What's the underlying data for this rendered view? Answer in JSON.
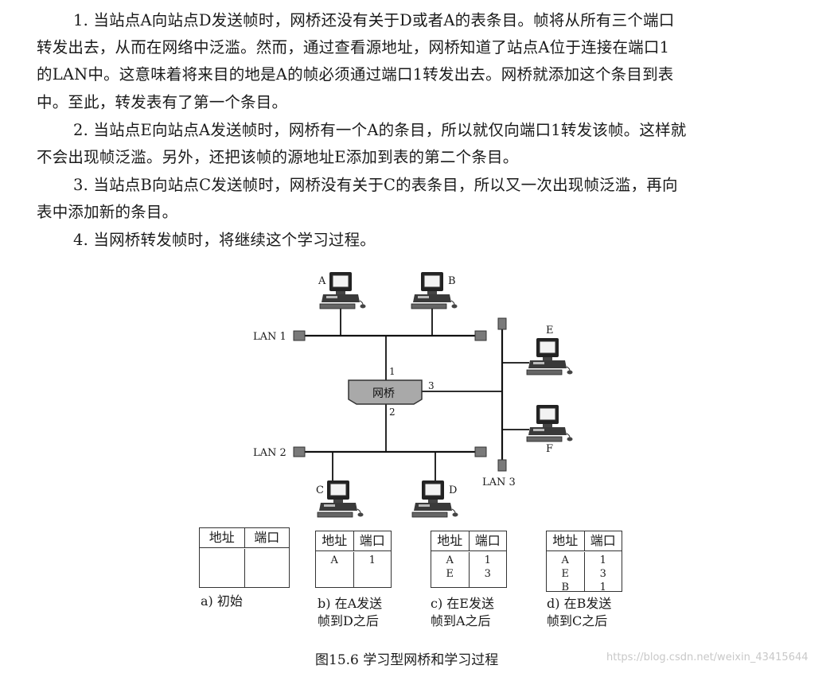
{
  "paragraphs": [
    "1. 当站点A向站点D发送帧时，网桥还没有关于D或者A的表条目。帧将从所有三个端口",
    "转发出去，从而在网络中泛滥。然而，通过查看源地址，网桥知道了站点A位于连接在端口1",
    "的LAN中。这意味着将来目的地是A的帧必须通过端口1转发出去。网桥就添加这个条目到表",
    "中。至此，转发表有了第一个条目。",
    "2. 当站点E向站点A发送帧时，网桥有一个A的条目，所以就仅向端口1转发该帧。这样就",
    "不会出现帧泛滥。另外，还把该帧的源地址E添加到表的第二个条目。",
    "3. 当站点B向站点C发送帧时，网桥没有关于C的表条目，所以又一次出现帧泛滥，再向",
    "表中添加新的条目。",
    "4. 当网桥转发帧时，将继续这个学习过程。"
  ],
  "diagram": {
    "lan1_label": "LAN 1",
    "lan2_label": "LAN 2",
    "lan3_label": "LAN 3",
    "bridge_label": "网桥",
    "port1": "1",
    "port2": "2",
    "port3": "3",
    "station_a": "A",
    "station_b": "B",
    "station_c": "C",
    "station_d": "D",
    "station_e": "E",
    "station_f": "F"
  },
  "tables": [
    {
      "col_address": "地址",
      "col_port": "端口",
      "addresses": "",
      "ports": "",
      "caption_line1": "a) 初始",
      "caption_line2": ""
    },
    {
      "col_address": "地址",
      "col_port": "端口",
      "addresses": "A",
      "ports": "1",
      "caption_line1": "b) 在A发送",
      "caption_line2": "帧到D之后"
    },
    {
      "col_address": "地址",
      "col_port": "端口",
      "addresses": "A\nE",
      "ports": "1\n3",
      "caption_line1": "c) 在E发送",
      "caption_line2": "帧到A之后"
    },
    {
      "col_address": "地址",
      "col_port": "端口",
      "addresses": "A\nE\nB",
      "ports": "1\n3\n1",
      "caption_line1": "d) 在B发送",
      "caption_line2": "帧到C之后"
    }
  ],
  "figure_title": "图15.6  学习型网桥和学习过程",
  "watermark": "https://blog.csdn.net/weixin_43415644"
}
